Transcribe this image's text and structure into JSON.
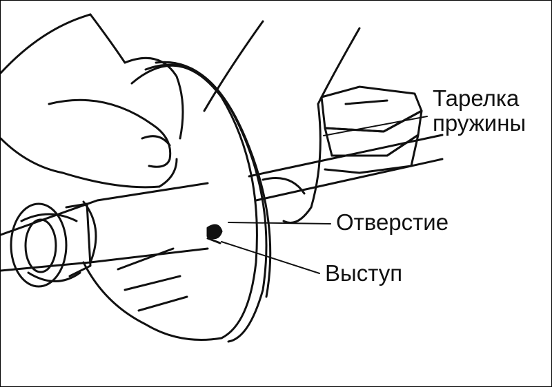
{
  "labels": {
    "spring_plate_line1": "Тарелка",
    "spring_plate_line2": "пружины",
    "hole": "Отверстие",
    "tab": "Выступ"
  },
  "colors": {
    "ink": "#111111",
    "paper": "#ffffff"
  }
}
